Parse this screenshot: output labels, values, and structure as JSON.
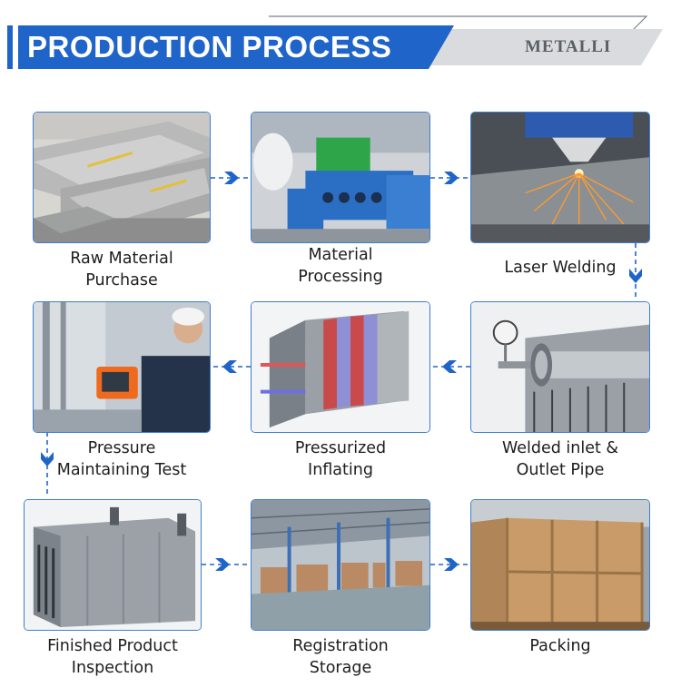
{
  "header": {
    "title": "PRODUCTION PROCESS",
    "brand": "METALLI"
  },
  "colors": {
    "accent_blue": "#1f64c8",
    "banner_gray": "#d9dbde",
    "border_blue": "#3c7fcf"
  },
  "steps": [
    {
      "line1": "Raw Material",
      "line2": "Purchase"
    },
    {
      "line1": "Material",
      "line2": "Processing"
    },
    {
      "line1": "Laser Welding",
      "line2": ""
    },
    {
      "line1": "Pressure",
      "line2": "Maintaining Test"
    },
    {
      "line1": "Pressurized",
      "line2": "Inflating"
    },
    {
      "line1": "Welded inlet &",
      "line2": "Outlet Pipe"
    },
    {
      "line1": "Finished Product",
      "line2": "Inspection"
    },
    {
      "line1": "Registration",
      "line2": "Storage"
    },
    {
      "line1": "Packing",
      "line2": ""
    }
  ]
}
